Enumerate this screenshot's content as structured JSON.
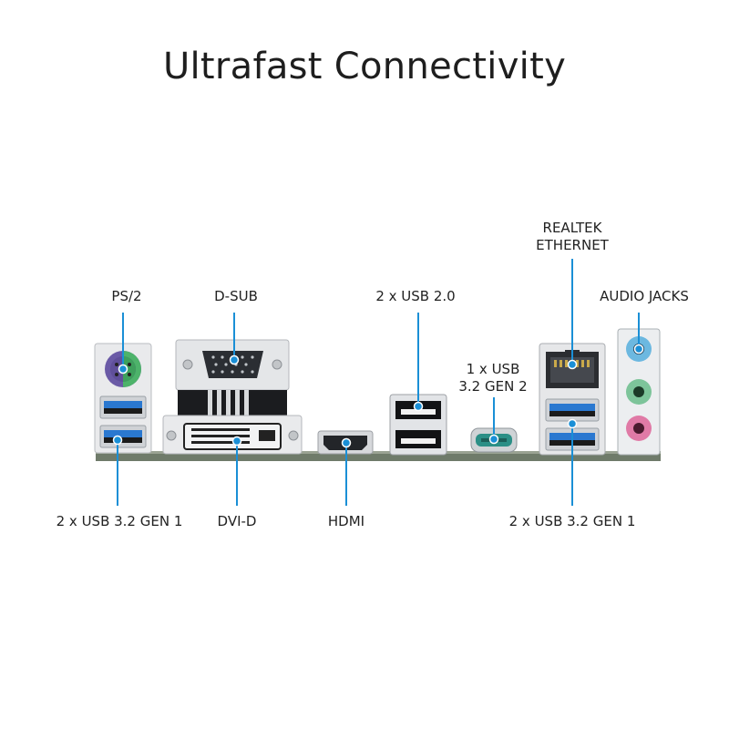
{
  "title": "Ultrafast Connectivity",
  "ports": {
    "ps2": "PS/2",
    "dsub": "D-SUB",
    "usb20": "2 x USB 2.0",
    "usb32gen2_line1": "1 x USB",
    "usb32gen2_line2": "3.2 GEN 2",
    "ethernet_line1": "REALTEK",
    "ethernet_line2": "ETHERNET",
    "audio": "AUDIO JACKS",
    "usb32gen1_left": "2 x USB 3.2 GEN 1",
    "dvid": "DVI-D",
    "hdmi": "HDMI",
    "usb32gen1_right": "2 x USB 3.2 GEN 1"
  },
  "colors": {
    "callout": "#1a8fd6",
    "usb3": "#2a78d0",
    "ps2_purple": "#7b5fb0",
    "ps2_green": "#4db36a",
    "audio_blue": "#6cb8e0",
    "audio_green": "#7dc49a",
    "audio_pink": "#e07aa6",
    "pcb": "#6f7b6a"
  }
}
